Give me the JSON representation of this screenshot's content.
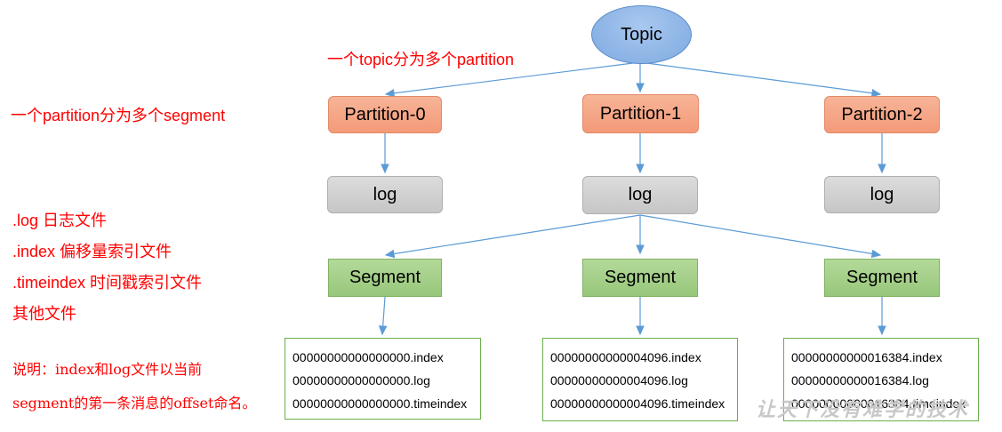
{
  "topic": {
    "label": "Topic"
  },
  "notes": {
    "topic_split": "一个topic分为多个partition",
    "partition_split": "一个partition分为多个segment",
    "log_file": ".log  日志文件",
    "index_file": ".index 偏移量索引文件",
    "timeindex_file": ".timeindex 时间戳索引文件",
    "other_files": "其他文件",
    "explain_line1": "说明：index和log文件以当前",
    "explain_line2": "segment的第一条消息的offset命名。"
  },
  "partitions": [
    {
      "label": "Partition-0",
      "log": "log",
      "segment": "Segment",
      "files": [
        "00000000000000000.index",
        "00000000000000000.log",
        "00000000000000000.timeindex"
      ]
    },
    {
      "label": "Partition-1",
      "log": "log",
      "segment": "Segment",
      "files": [
        "00000000000004096.index",
        "00000000000004096.log",
        "00000000000004096.timeindex"
      ]
    },
    {
      "label": "Partition-2",
      "log": "log",
      "segment": "Segment",
      "files": [
        "00000000000016384.index",
        "00000000000016384.log",
        "00000000000016384.timeindex"
      ]
    }
  ],
  "watermark": "让天下没有难学的技术",
  "colors": {
    "arrow": "#5b9bd5",
    "note": "#ff0000"
  }
}
